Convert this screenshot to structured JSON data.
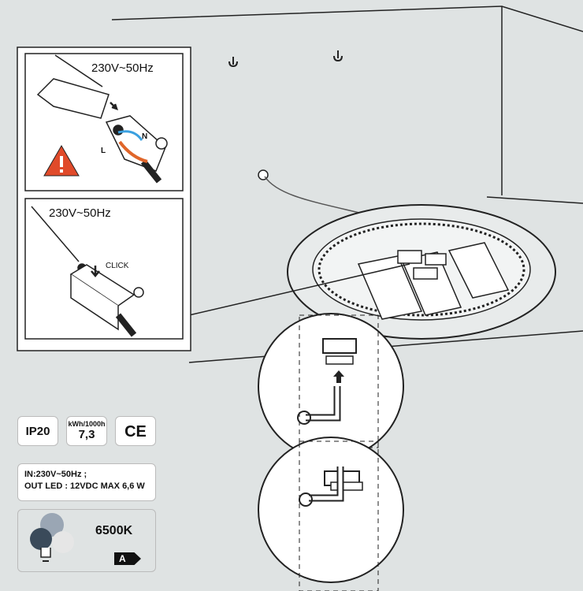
{
  "step1": {
    "voltage": "230V~50Hz",
    "live_label": "L",
    "neutral_label": "N"
  },
  "step2": {
    "voltage": "230V~50Hz",
    "click_label": "CLICK"
  },
  "badges": {
    "ip_rating": "IP20",
    "energy_unit": "kWh/1000h",
    "energy_value": "7,3",
    "ce_mark": "CE"
  },
  "electrical": {
    "input": "IN:230V~50Hz ;",
    "output": "OUT LED : 12VDC  MAX 6,6 W"
  },
  "light": {
    "color_temperature": "6500K",
    "energy_class": "A"
  },
  "colors": {
    "wire_live": "#e0662a",
    "wire_neutral": "#3aa0e0",
    "warning": "#e04a2a",
    "background": "#dfe3e3"
  }
}
